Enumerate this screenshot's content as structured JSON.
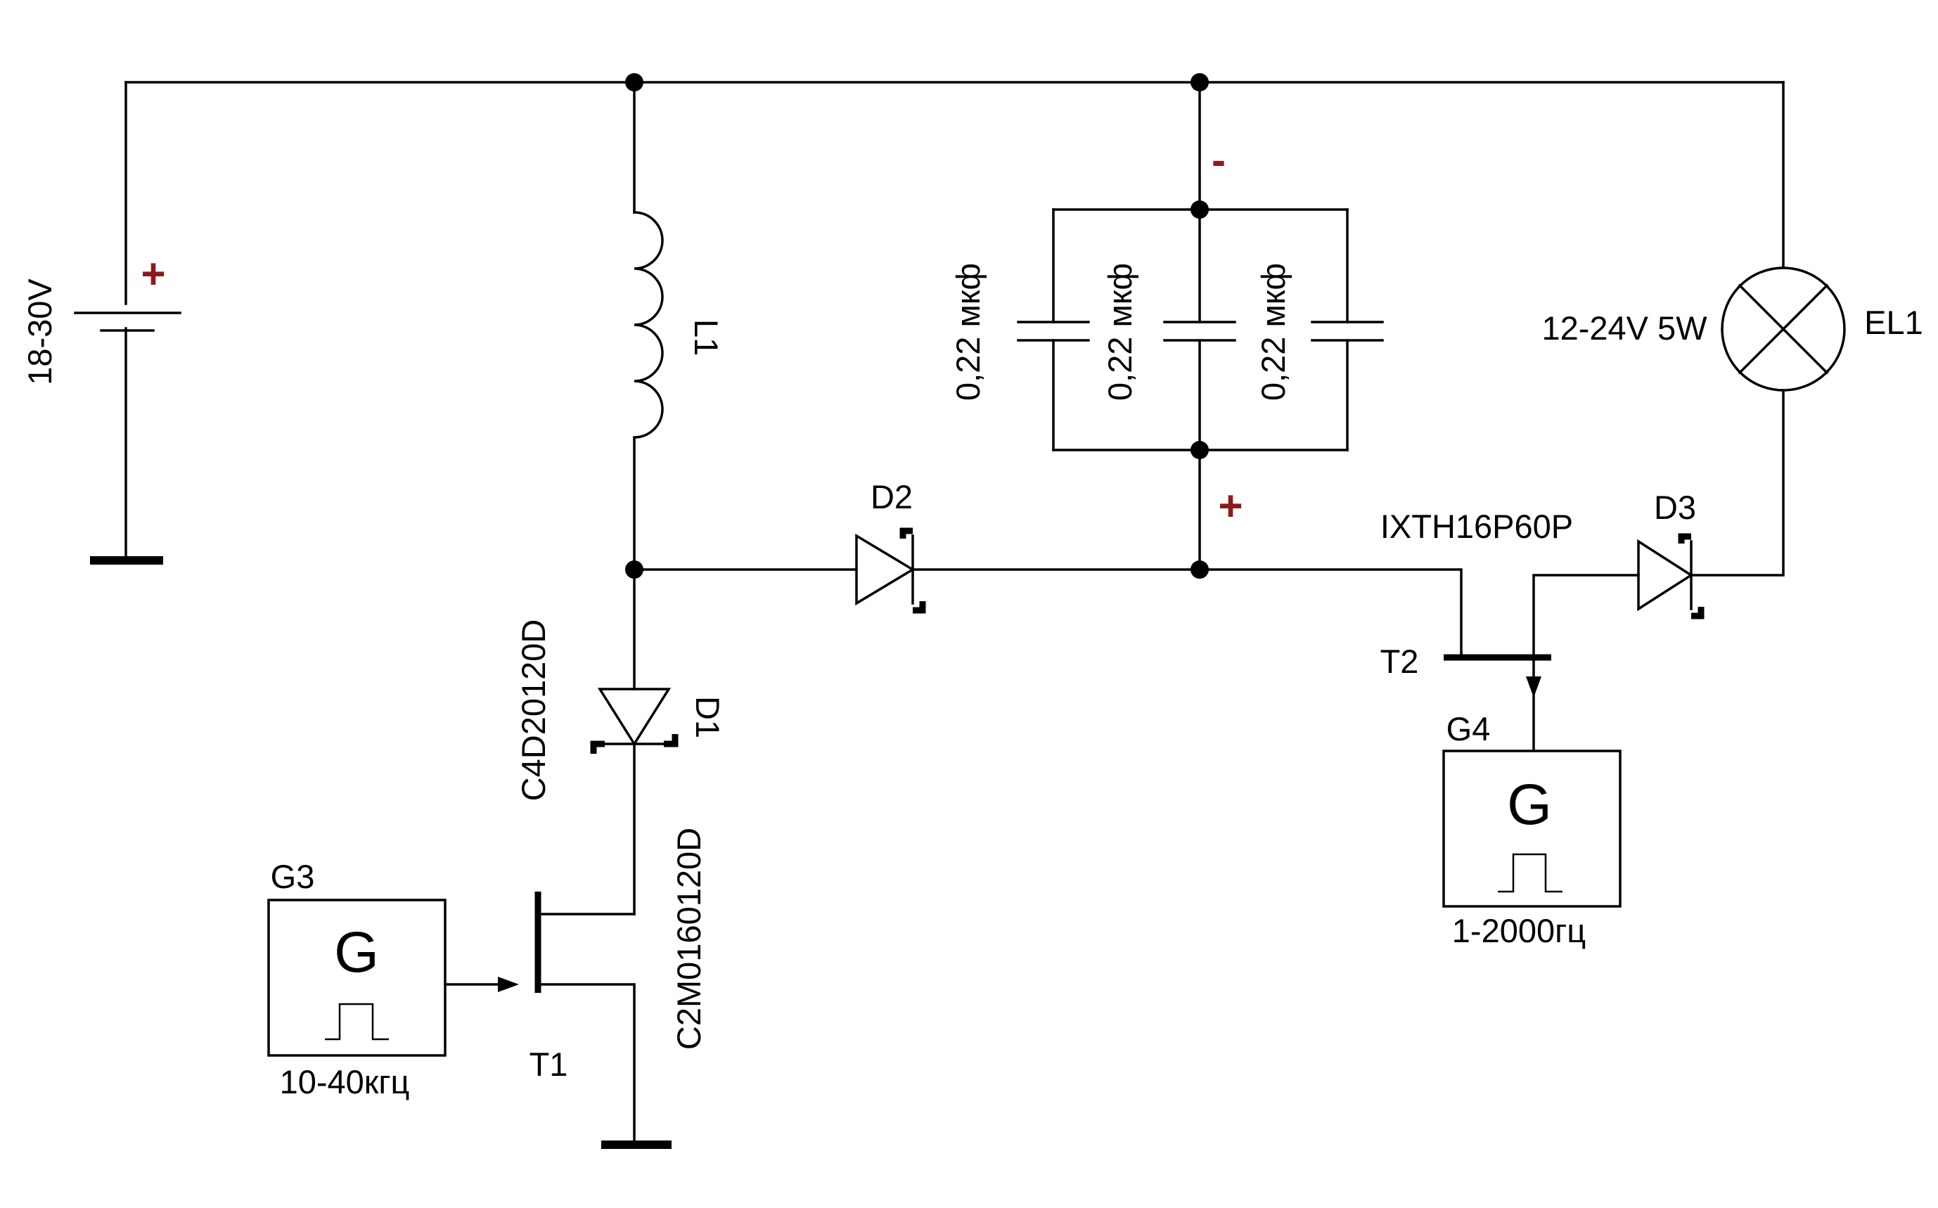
{
  "title": "",
  "supply": {
    "label": "18-30V",
    "plus_sign": "+"
  },
  "inductor": {
    "ref": "L1"
  },
  "capacitors": {
    "values": [
      "0,22 мкф",
      "0,22 мкф",
      "0,22 мкф"
    ],
    "minus_sign": "-",
    "plus_sign": "+"
  },
  "diodes": {
    "d1": {
      "ref": "D1",
      "part": "C4D20120D"
    },
    "d2": {
      "ref": "D2"
    },
    "d3": {
      "ref": "D3"
    }
  },
  "transistors": {
    "t1": {
      "ref": "T1",
      "part": "C2M0160120D"
    },
    "t2": {
      "ref": "T2",
      "part": "IXTH16P60P"
    }
  },
  "generators": {
    "g3": {
      "ref": "G3",
      "letter": "G",
      "freq": "10-40кгц"
    },
    "g4": {
      "ref": "G4",
      "letter": "G",
      "freq": "1-2000гц"
    }
  },
  "lamp": {
    "ref": "EL1",
    "rating": "12-24V 5W"
  },
  "colors": {
    "wire": "#000000",
    "polarity_sign": "#8b1a1a",
    "background": "#ffffff"
  }
}
